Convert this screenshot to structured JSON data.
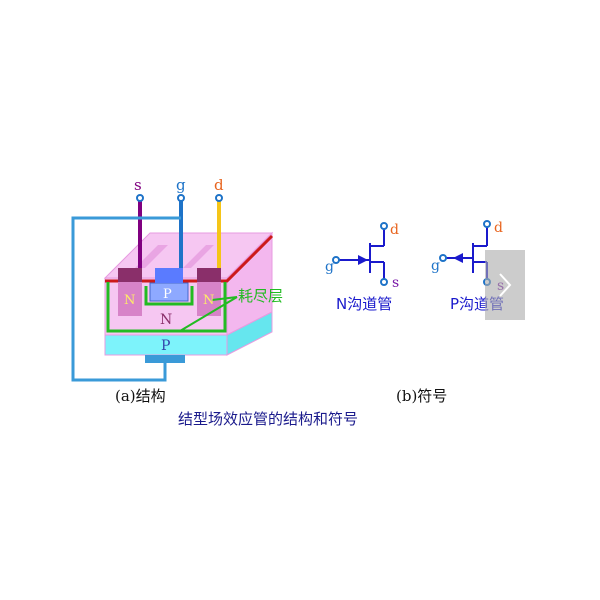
{
  "structure": {
    "terminals": {
      "s": "s",
      "g": "g",
      "d": "d"
    },
    "regions": {
      "n_left": "N",
      "p_center": "P",
      "n_right": "N",
      "n_body": "N",
      "p_substrate": "P"
    },
    "depletion_label": "耗尽层",
    "caption": "(a)结构"
  },
  "symbols": {
    "n_channel": {
      "g": "g",
      "d": "d",
      "s": "s",
      "label": "N沟道管"
    },
    "p_channel": {
      "g": "g",
      "d": "d",
      "s": "s",
      "label": "P沟道管"
    },
    "caption": "(b)符号"
  },
  "figure_title": "结型场效应管的结构和符号",
  "nav": {
    "next_glyph": "›"
  },
  "colors": {
    "s_lead": "#800080",
    "g_lead": "#1e73c8",
    "d_lead": "#f5c518",
    "pink_fill": "#f6c7f2",
    "cyan_fill": "#7df3fb",
    "metal": "#8a2f6a",
    "green": "#22bb22",
    "red_line": "#cc1a1a",
    "symbol_blue": "#1a1acc",
    "terminal_d": "#e8641e",
    "terminal_s": "#7a1aa8",
    "terminal_g": "#1e73c8"
  }
}
